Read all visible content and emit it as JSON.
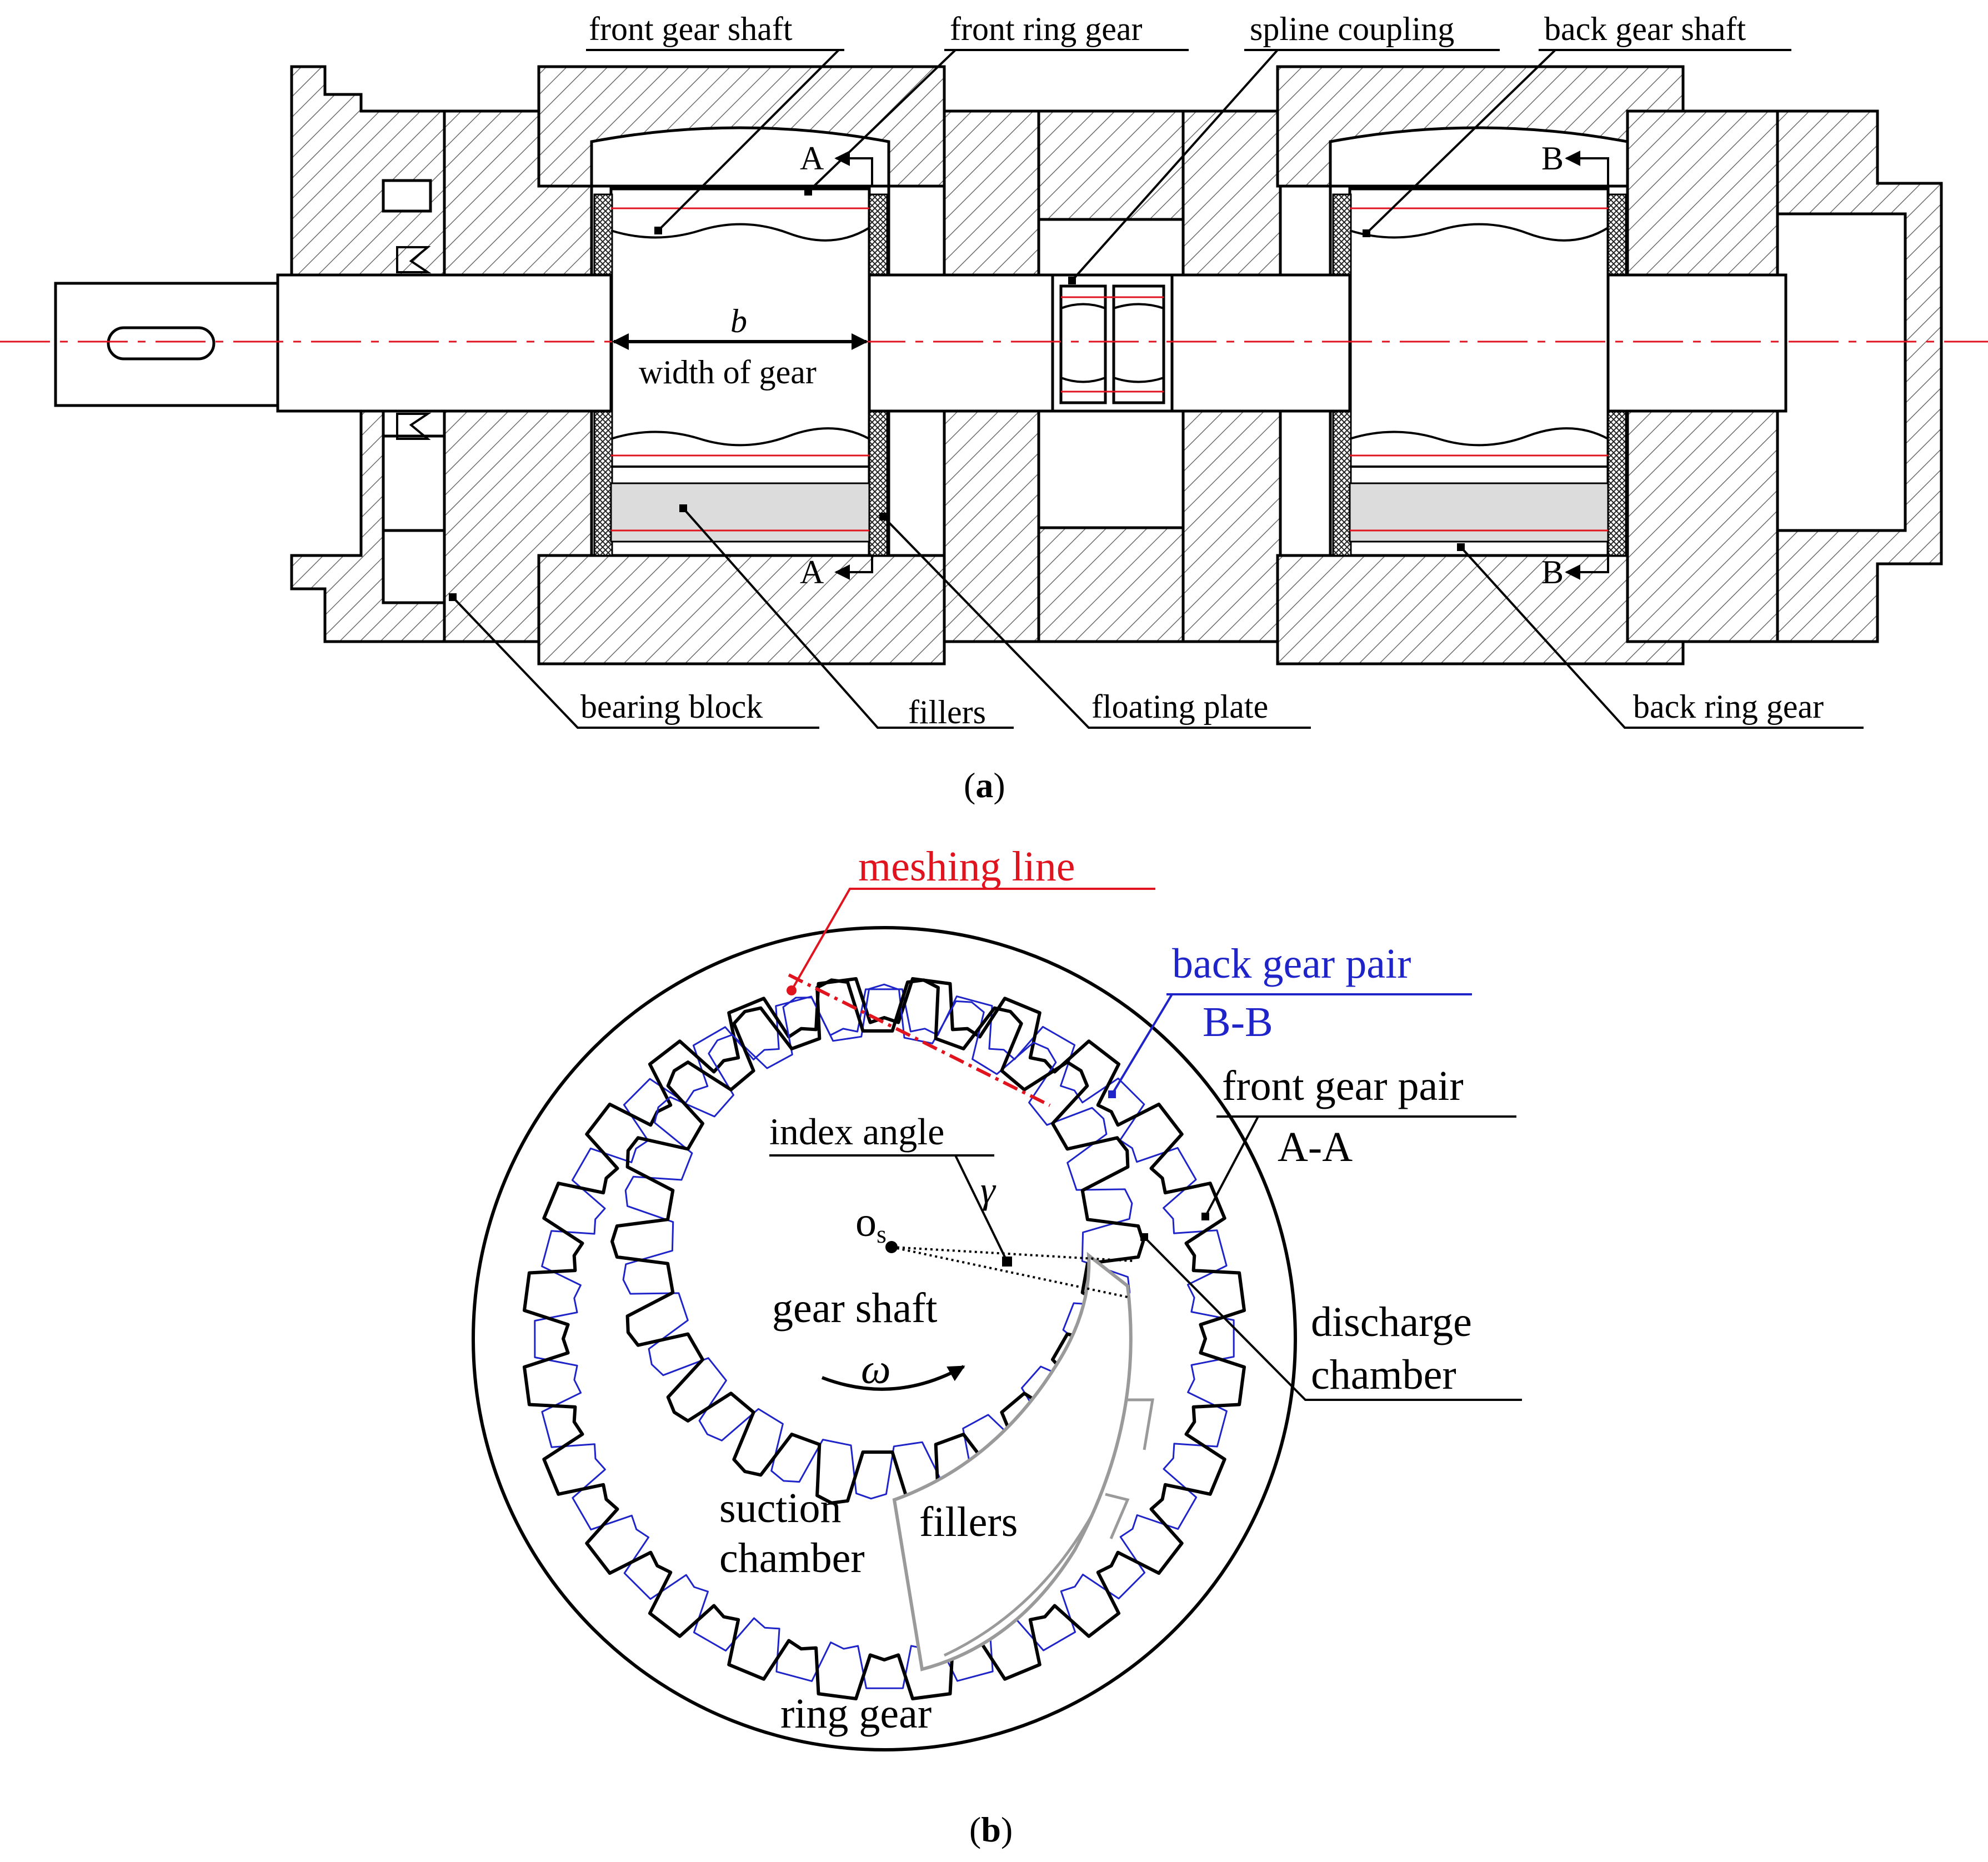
{
  "colors": {
    "red_accent": "#e0141e",
    "blue_accent": "#1e24c8",
    "outline": "#000000",
    "filler_gray": "#dcdcdc",
    "filler_outline": "#9a9a9a"
  },
  "icons": {
    "arrowheads": "solid-triangle",
    "leader_points": "small-square-dot"
  },
  "panel_a": {
    "caption_open": "(",
    "caption_letter": "a",
    "caption_close": ")",
    "labels": {
      "front_gear_shaft": "front gear shaft",
      "front_ring_gear": "front ring gear",
      "spline_coupling": "spline coupling",
      "back_gear_shaft": "back gear shaft",
      "bearing_block": "bearing block",
      "fillers": "fillers",
      "floating_plate": "floating plate",
      "back_ring_gear": "back ring gear",
      "width_symbol": "b",
      "width_text": "width of gear",
      "section_a": "A",
      "section_b": "B"
    }
  },
  "panel_b": {
    "caption_open": "(",
    "caption_letter": "b",
    "caption_close": ")",
    "labels": {
      "meshing_line": "meshing line",
      "back_gear_pair": "back gear pair",
      "section_bb": "B-B",
      "front_gear_pair": "front gear pair",
      "section_aa": "A-A",
      "index_angle": "index angle",
      "gamma": "γ",
      "os_main": "o",
      "os_sub": "s",
      "gear_shaft": "gear shaft",
      "omega": "ω",
      "discharge_line1": "discharge",
      "discharge_line2": "chamber",
      "suction_line1": "suction",
      "suction_line2": "chamber",
      "fillers": "fillers",
      "ring_gear": "ring gear"
    }
  }
}
